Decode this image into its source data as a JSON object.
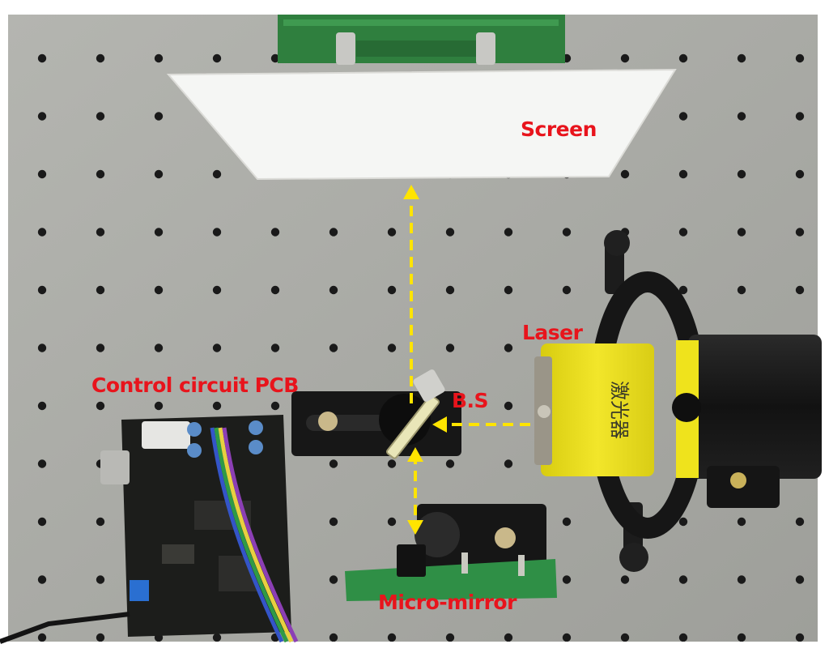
{
  "labels": {
    "screen": "Screen",
    "laser": "Laser",
    "control_pcb": "Control circuit PCB",
    "beam_splitter": "B.S",
    "micro_mirror": "Micro-mirror"
  },
  "laser_housing_text": "激光器",
  "colors": {
    "label_text": "#e8141c",
    "beam_path": "#ffe400",
    "breadboard": "#a9aaa5",
    "laser_tape": "#efe31c",
    "pcb": "#1c1d1b",
    "green_board": "#2f8f46"
  }
}
